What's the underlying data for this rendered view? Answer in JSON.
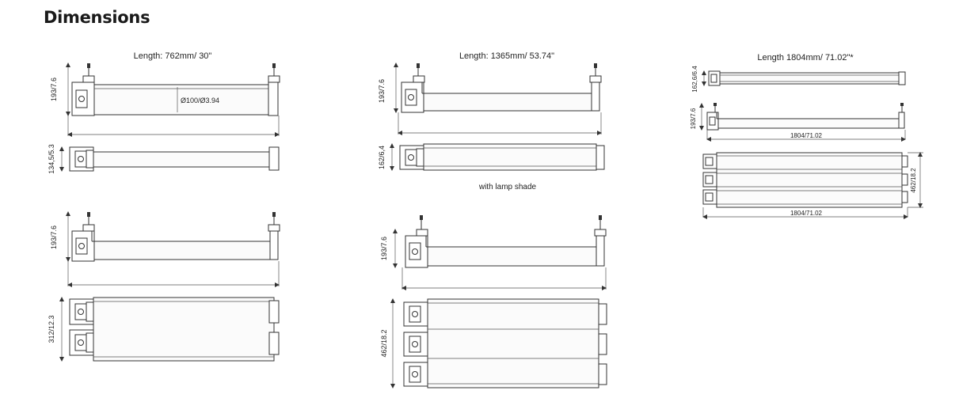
{
  "heading": "Dimensions",
  "col1": {
    "length": "Length: 762mm/ 30\"",
    "dim_height": "193/7.6",
    "dim_diameter": "Ø100/Ø3.94",
    "dim_single_depth": "134,5/5.3",
    "dim_height_2": "193/7.6",
    "dim_double_depth": "312/12.3"
  },
  "col2": {
    "length": "Length: 1365mm/ 53.74\"",
    "dim_height": "193/7.6",
    "dim_single_depth": "162/6,4",
    "caption": "with lamp shade",
    "dim_height_2": "193/7.6",
    "dim_triple_depth": "462/18.2"
  },
  "col3": {
    "length": "Length 1804mm/ 71.02\"*",
    "dim_single_depth": "162,6/6.4",
    "dim_height": "193/7.6",
    "dim_length": "1804/71.02",
    "dim_triple_depth": "462/18.2",
    "dim_length_2": "1804/71.02"
  }
}
